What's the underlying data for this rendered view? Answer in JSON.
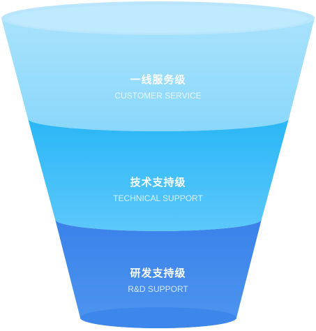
{
  "funnel": {
    "tiers": [
      {
        "title": "一线服务级",
        "subtitle": "CUSTOMER SERVICE"
      },
      {
        "title": "技术支持级",
        "subtitle": "TECHNICAL SUPPORT"
      },
      {
        "title": "研发支持级",
        "subtitle": "R&D SUPPORT"
      }
    ]
  },
  "colors": {
    "top_rim": "#b9e6fd",
    "tier1_top": "#a8e2fb",
    "tier1_bottom": "#8ad7fb",
    "tier2_top": "#2ab6f6",
    "tier2_bottom": "#5cc8fa",
    "tier3_top": "#3a82e9",
    "tier3_bottom": "#4e95ef",
    "bottom_ellipse": "#3d87ea"
  }
}
